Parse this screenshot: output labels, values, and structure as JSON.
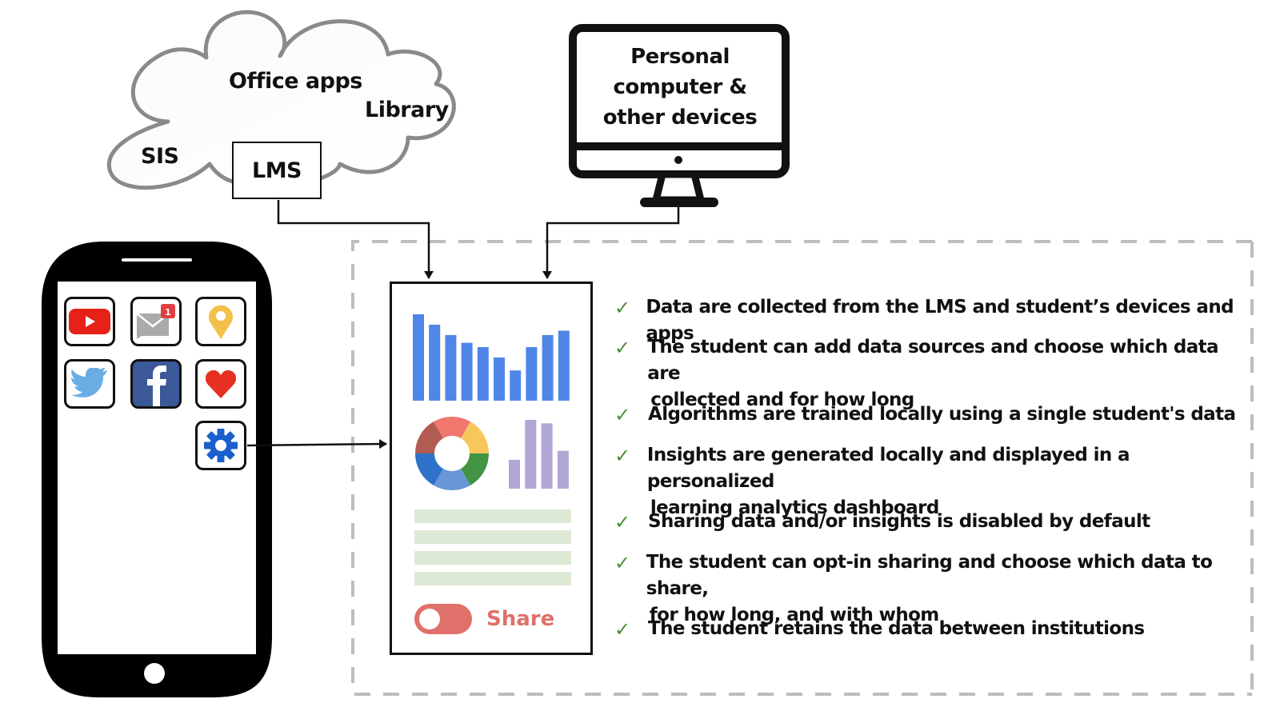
{
  "cloud": {
    "labels": {
      "office_apps": "Office apps",
      "library": "Library",
      "sis": "SIS",
      "lms": "LMS"
    }
  },
  "monitor": {
    "lines": [
      "Personal",
      "computer &",
      "other devices"
    ]
  },
  "phone": {
    "apps": [
      {
        "name": "youtube",
        "icon": "youtube-icon",
        "color": "#e62117"
      },
      {
        "name": "mail",
        "icon": "mail-icon",
        "color": "#aaaaaa",
        "badge": "1",
        "badge_color": "#e04040"
      },
      {
        "name": "maps",
        "icon": "map-pin-icon",
        "color": "#f5c04a"
      },
      {
        "name": "twitter",
        "icon": "twitter-bird-icon",
        "color": "#6aade4"
      },
      {
        "name": "facebook",
        "icon": "facebook-icon",
        "color": "#3b5998"
      },
      {
        "name": "health",
        "icon": "heart-icon",
        "color": "#e53022"
      },
      {
        "name": "settings",
        "icon": "gear-icon",
        "color": "#1a5fcc"
      }
    ]
  },
  "dashboard": {
    "share_label": "Share",
    "share_enabled": false,
    "accent_color": "#e0706a",
    "bar_chart": {
      "type": "bar",
      "color": "#4f86e8",
      "values": [
        100,
        88,
        76,
        67,
        62,
        50,
        35,
        62,
        76,
        81
      ]
    },
    "donut_chart": {
      "type": "pie",
      "segments": [
        {
          "color": "#f0776e",
          "value": 1
        },
        {
          "color": "#f7c75c",
          "value": 1
        },
        {
          "color": "#429343",
          "value": 1
        },
        {
          "color": "#6896d6",
          "value": 1
        },
        {
          "color": "#2e72c9",
          "value": 1
        },
        {
          "color": "#b25b53",
          "value": 1
        }
      ]
    },
    "small_bar_chart": {
      "type": "bar",
      "color": "#b2a7d4",
      "values": [
        42,
        100,
        95,
        55
      ]
    },
    "text_lines": 4
  },
  "features": {
    "check_color": "#4e8f3a",
    "check_glyph": "✓",
    "items": [
      {
        "line1": "Data are collected from the LMS and student’s devices and apps",
        "line2": ""
      },
      {
        "line1": "The student can add data sources and choose which data are",
        "line2": "collected and for how long"
      },
      {
        "line1": "Algorithms are trained locally using a single student's data",
        "line2": ""
      },
      {
        "line1": "Insights are generated locally and displayed in a personalized",
        "line2": "learning analytics dashboard"
      },
      {
        "line1": "Sharing data and/or insights is disabled by default",
        "line2": ""
      },
      {
        "line1": "The student can opt-in sharing and choose which data to share,",
        "line2": "for how long, and with whom"
      },
      {
        "line1": "The student retains the data between institutions",
        "line2": ""
      }
    ]
  }
}
